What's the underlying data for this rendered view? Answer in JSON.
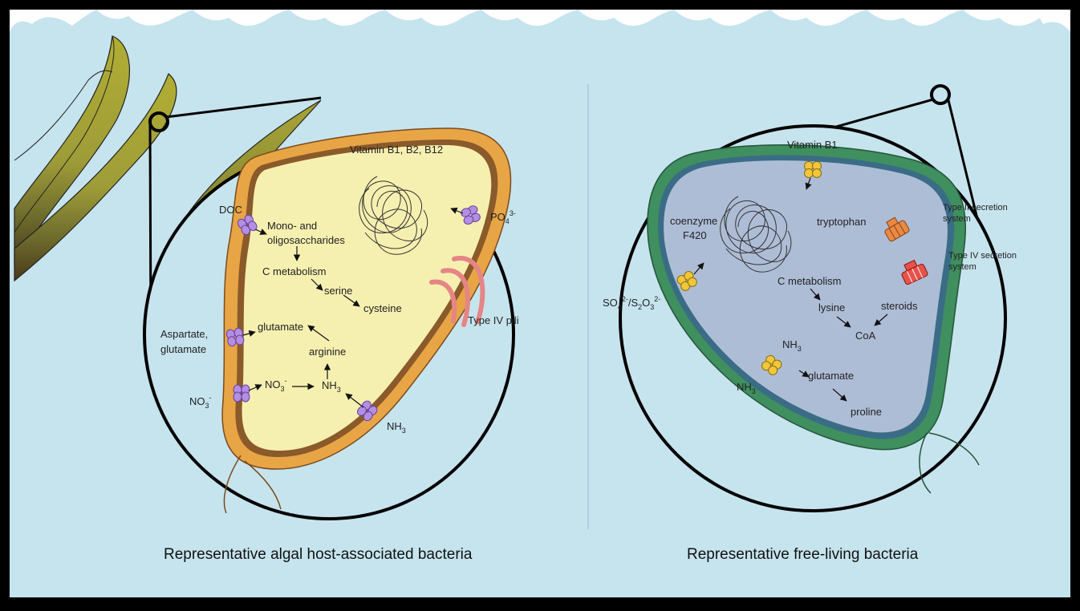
{
  "left_panel": {
    "caption": "Representative algal host-associated bacteria",
    "vitamins": "Vitamin B1, B2, B12",
    "doc": "DOC",
    "mono_line1": "Mono- and",
    "mono_line2": "oligosaccharides",
    "c_metabolism": "C metabolism",
    "serine": "serine",
    "cysteine": "cysteine",
    "aspartate_line1": "Aspartate,",
    "aspartate_line2": "glutamate",
    "glutamate": "glutamate",
    "arginine": "arginine",
    "no3_out": "NO",
    "no3_out_sub": "3",
    "no3_out_sup": "-",
    "no3_in": "NO",
    "no3_in_sub": "3",
    "no3_in_sup": "-",
    "nh3_in": "NH",
    "nh3_in_sub": "3",
    "nh3_out": "NH",
    "nh3_out_sub": "3",
    "po4": "PO",
    "po4_sub": "4",
    "po4_sup": "3-",
    "pili": "Type IV pili"
  },
  "right_panel": {
    "caption": "Representative free-living bacteria",
    "vitamin": "Vitamin B1",
    "coenzyme_line1": "coenzyme",
    "coenzyme_line2": "F420",
    "tryptophan": "tryptophan",
    "t2ss_line1": "Type II secretion",
    "t2ss_line2": "system",
    "t4ss_line1": "Type IV secretion",
    "t4ss_line2": "system",
    "so4": "SO",
    "so4_sub": "4",
    "so4_sup": "2-",
    "s2o3_slash": "/S",
    "s2o3_sub1": "2",
    "s2o3_o": "O",
    "s2o3_sub2": "3",
    "s2o3_sup": "2-",
    "c_metabolism": "C metabolism",
    "lysine": "lysine",
    "steroids": "steroids",
    "coa": "CoA",
    "nh3_in": "NH",
    "nh3_in_sub": "3",
    "nh3_out": "NH",
    "nh3_out_sub": "3",
    "glutamate": "glutamate",
    "proline": "proline"
  },
  "colors": {
    "water": "#c6e4ee",
    "host_cell_fill": "#f6f0b0",
    "host_cell_outer": "#e8a545",
    "host_cell_inner": "#8a5a2b",
    "transporter_purple": "#b38fe0",
    "free_cell_fill": "#aebdd6",
    "free_cell_outer": "#3f8f5f",
    "free_cell_inner": "#3a6c86",
    "transporter_yellow": "#f1c63a",
    "t2ss": "#e88a45",
    "t4ss": "#e8524a",
    "pili": "#e58585",
    "algae": "#a9a838"
  }
}
